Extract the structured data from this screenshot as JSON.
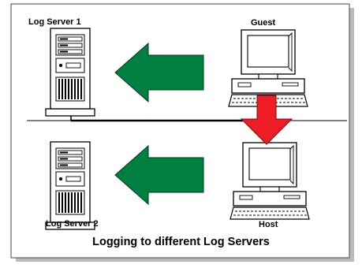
{
  "diagram": {
    "caption": "Logging to different  Log Servers",
    "nodes": {
      "log_server_1": {
        "label": "Log Server 1",
        "type": "server"
      },
      "log_server_2": {
        "label": "Log Server 2",
        "type": "server"
      },
      "guest": {
        "label": "Guest",
        "type": "workstation"
      },
      "host": {
        "label": "Host",
        "type": "workstation"
      }
    },
    "arrows": [
      {
        "from": "guest",
        "to": "log_server_1",
        "color": "#008040"
      },
      {
        "from": "host",
        "to": "log_server_2",
        "color": "#008040"
      },
      {
        "from": "guest",
        "to": "host",
        "color": "#ee1c24"
      }
    ],
    "colors": {
      "frame_border": "#444444",
      "frame_shadow": "#bbbbbb",
      "network_line": "#000000"
    }
  }
}
